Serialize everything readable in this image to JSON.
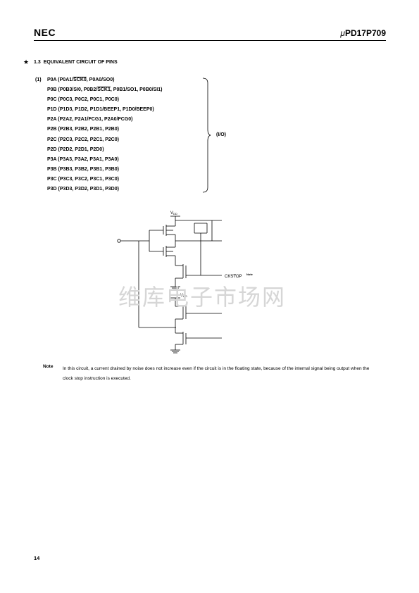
{
  "header": {
    "logo": "NEC",
    "part_prefix": "μ",
    "part_number": "PD17P709"
  },
  "section": {
    "marker": "★",
    "number": "1.3",
    "title": "EQUIVALENT CIRCUIT OF PINS"
  },
  "item": {
    "number": "(1)",
    "io_label": "(I/O)",
    "pins": [
      {
        "pre": "P0A (P0A1/",
        "bar": "SCK0",
        "post": ", P0A0/SO0)"
      },
      {
        "pre": "P0B (P0B3/SI0, P0B2/",
        "bar": "SCK1",
        "post": ", P0B1/SO1, P0B0/SI1)"
      },
      {
        "pre": "P0C (P0C3, P0C2, P0C1, P0C0)",
        "bar": "",
        "post": ""
      },
      {
        "pre": "P1D (P1D3, P1D2, P1D1/BEEP1, P1D0/BEEP0)",
        "bar": "",
        "post": ""
      },
      {
        "pre": "P2A (P2A2, P2A1/FCG1, P2A0/FCG0)",
        "bar": "",
        "post": ""
      },
      {
        "pre": "P2B (P2B3, P2B2, P2B1, P2B0)",
        "bar": "",
        "post": ""
      },
      {
        "pre": "P2C (P2C3, P2C2, P2C1, P2C0)",
        "bar": "",
        "post": ""
      },
      {
        "pre": "P2D (P2D2, P2D1, P2D0)",
        "bar": "",
        "post": ""
      },
      {
        "pre": "P3A (P3A3, P3A2, P3A1, P3A0)",
        "bar": "",
        "post": ""
      },
      {
        "pre": "P3B (P3B3, P3B2, P3B1, P3B0)",
        "bar": "",
        "post": ""
      },
      {
        "pre": "P3C (P3C3, P3C2, P3C1, P3C0)",
        "bar": "",
        "post": ""
      },
      {
        "pre": "P3D (P3D3, P3D2, P3D1, P3D0)",
        "bar": "",
        "post": ""
      }
    ]
  },
  "circuit": {
    "vdd_main": "V",
    "vdd_sub": "DD",
    "ckstop": "CKSTOP",
    "ckstop_note": "Note"
  },
  "watermark": "维库电子市场网",
  "note": {
    "label": "Note",
    "text": "In this circuit, a current drained by noise does not increase even if the circuit is in the floating state, because of the internal signal being output when the clock stop instruction is executed."
  },
  "page_number": "14"
}
